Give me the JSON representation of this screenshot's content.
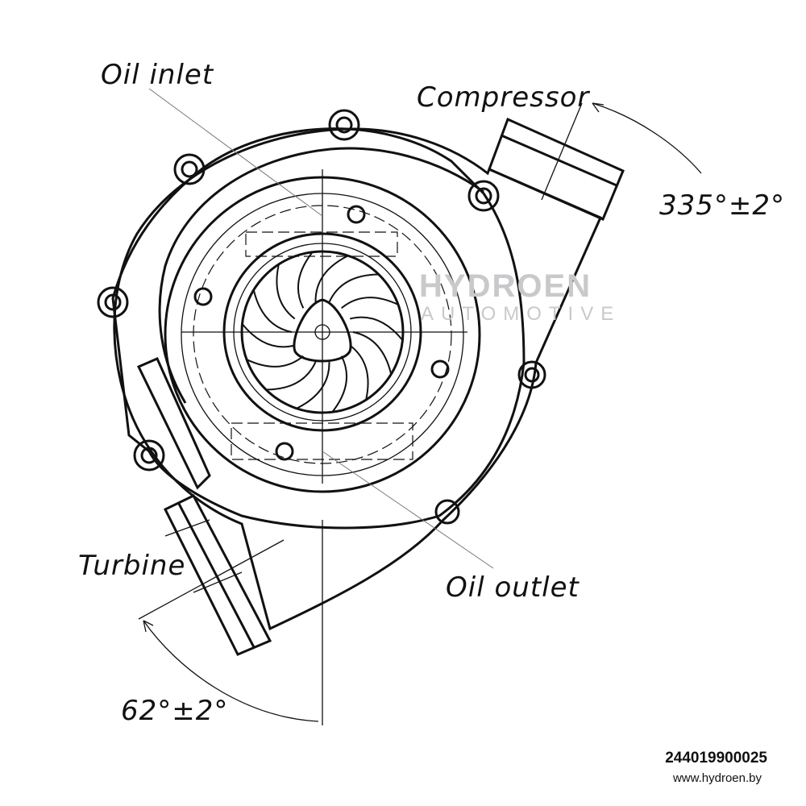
{
  "labels": {
    "oil_inlet": "Oil inlet",
    "compressor": "Compressor",
    "compressor_angle": "335°±2°",
    "turbine": "Turbine",
    "oil_outlet": "Oil outlet",
    "turbine_angle": "62°±2°"
  },
  "watermark": {
    "line1": "HYDROEN",
    "line2": "AUTOMOTIVE"
  },
  "footer": {
    "part_number": "244019900025",
    "website": "www.hydroen.by"
  }
}
